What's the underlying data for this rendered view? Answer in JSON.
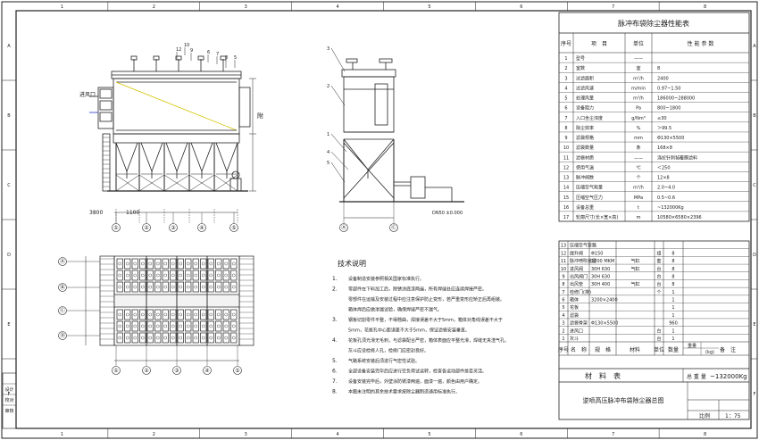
{
  "frame": {
    "columns": [
      "1",
      "2",
      "3",
      "4",
      "5",
      "6",
      "7",
      "8"
    ],
    "rows": [
      "A",
      "B",
      "C",
      "D",
      "E",
      "F"
    ]
  },
  "params_table": {
    "title": "脉冲布袋除尘器性能表",
    "headers": [
      "序号",
      "项　目",
      "单位",
      "性 能 参 数"
    ],
    "rows": [
      [
        "1",
        "型号",
        "——",
        ""
      ],
      [
        "2",
        "室数",
        "室",
        "8"
      ],
      [
        "3",
        "过滤面积",
        "m²/h",
        "2400"
      ],
      [
        "4",
        "过滤风速",
        "m/min",
        "0.97~1.50"
      ],
      [
        "5",
        "处理风量",
        "m³/h",
        "186000~288000"
      ],
      [
        "6",
        "设备阻力",
        "Pa",
        "800~1800"
      ],
      [
        "7",
        "入口含尘浓度",
        "g/Nm³",
        "≤30"
      ],
      [
        "8",
        "除尘效率",
        "%",
        "＞99.5"
      ],
      [
        "9",
        "滤袋规格",
        "mm",
        "Φ130×5500"
      ],
      [
        "10",
        "滤袋数量",
        "条",
        "168×8"
      ],
      [
        "11",
        "滤袋材质",
        "——",
        "涤纶针刺毡覆膜滤料"
      ],
      [
        "12",
        "使用气温",
        "℃",
        "＜250"
      ],
      [
        "13",
        "脉冲阀数",
        "个",
        "12×8"
      ],
      [
        "14",
        "压缩空气耗量",
        "m³/h",
        "2.0~4.0"
      ],
      [
        "15",
        "压缩空气压力",
        "MPa",
        "0.5~0.6"
      ],
      [
        "16",
        "设备总重",
        "t",
        "~132000Kg"
      ],
      [
        "17",
        "轮廓尺寸(长×宽×高)",
        "m",
        "10580×6580×2396"
      ]
    ]
  },
  "bom_table": {
    "rows": [
      [
        "13",
        "压缩空气管路",
        "",
        "",
        "",
        ""
      ],
      [
        "12",
        "提升阀",
        "Φ150",
        "",
        "组",
        "8"
      ],
      [
        "11",
        "脉冲喷吹装置",
        "1200 MKM",
        "气缸",
        "套",
        "8"
      ],
      [
        "10",
        "进风阀",
        "30H 630",
        "气缸",
        "台",
        "8"
      ],
      [
        "9",
        "出风阀门",
        "30H 630",
        "",
        "台",
        "8"
      ],
      [
        "8",
        "出风管",
        "30H 400",
        "气缸",
        "台",
        "8"
      ],
      [
        "7",
        "检修门(排)",
        "",
        "",
        "个",
        "1"
      ],
      [
        "6",
        "箱体",
        "3200×2400",
        "",
        "",
        "1"
      ],
      [
        "5",
        "花板",
        "",
        "",
        "",
        "1"
      ],
      [
        "4",
        "滤袋",
        "",
        "",
        "",
        "1"
      ],
      [
        "3",
        "滤袋骨架",
        "Φ130×5500",
        "",
        "",
        "960"
      ],
      [
        "2",
        "进风口",
        "",
        "",
        "台",
        "1"
      ],
      [
        "1",
        "灰斗",
        "",
        "",
        "台",
        "1"
      ]
    ],
    "headers": [
      "序号",
      "名　称",
      "规　格",
      "材料",
      "单位",
      "数量",
      "备　注"
    ],
    "weight_label": "重量",
    "weight_unit": "(kg)",
    "total_weight_label": "总 重 量",
    "total_weight_value": "~132000Kg",
    "list_label": "材　料　表",
    "title": "逆喷高压脉冲布袋除尘器总图",
    "scale_label": "比例",
    "scale_value": "1：75"
  },
  "tech_notes": {
    "heading": "技术说明",
    "items": [
      {
        "num": "1.",
        "text": "设备制造安装参照相关国家标准执行。"
      },
      {
        "num": "2.",
        "text": "零部件在下料加工后，除锈涂底漆两遍，所有焊缝处应连续焊接严密。"
      },
      {
        "num": "",
        "text": "零部件在运输及安装过程中应注意保护防止变形，若严重变形应矫正后再组装。"
      },
      {
        "num": "",
        "text": "箱体焊后应做渗漏试验，确保焊缝严密不漏气。"
      },
      {
        "num": "3.",
        "text": "钢板切割零件平整，不得翘曲，焊接误差不大于5mm，箱体对角线误差不大于"
      },
      {
        "num": "",
        "text": "5mm，花板孔中心距误差不大于5mm，保证滤袋安装垂直。"
      },
      {
        "num": "4.",
        "text": "花板孔须光滑无毛刺，与滤袋配合严密，箱体表面应平整光滑，焊缝无夹渣气孔。"
      },
      {
        "num": "",
        "text": "灰斗应设检修人孔，检修门应密封良好。"
      },
      {
        "num": "5.",
        "text": "气路系统安装后须进行气密性试验。"
      },
      {
        "num": "6.",
        "text": "全部设备安装完毕后应进行空负荷试运转，检查各运动部件是否灵活。"
      },
      {
        "num": "7.",
        "text": "设备安装完毕后，外壁涂防锈漆两遍，面漆一遍，颜色由用户确定。"
      },
      {
        "num": "8.",
        "text": "本图未注明的其余技术要求按除尘器制造通用标准执行。"
      }
    ]
  },
  "front_view": {
    "callouts": [
      "12",
      "10",
      "9",
      "6",
      "7",
      "8",
      "5"
    ],
    "axis_labels": [
      "①",
      "②",
      "③",
      "④",
      "⑤"
    ],
    "side_label": "附",
    "inlet_label": "进风口",
    "left_dim": "1100",
    "bottom_dim": "3800"
  },
  "side_view": {
    "callouts": [
      "3",
      "2",
      "1",
      "4",
      "5"
    ],
    "axis_labels": [
      "Ⓐ",
      "Ⓒ"
    ],
    "elevation_label": "DN50 ±0.000"
  },
  "plan_view": {
    "row_labels": [
      "Ⓐ",
      "Ⓑ",
      "Ⓒ",
      "Ⓓ"
    ],
    "axis_labels": [
      "①",
      "②",
      "③",
      "④",
      "⑤"
    ]
  },
  "revision_box": {
    "lines": [
      "设计",
      "校对",
      "审核"
    ]
  }
}
